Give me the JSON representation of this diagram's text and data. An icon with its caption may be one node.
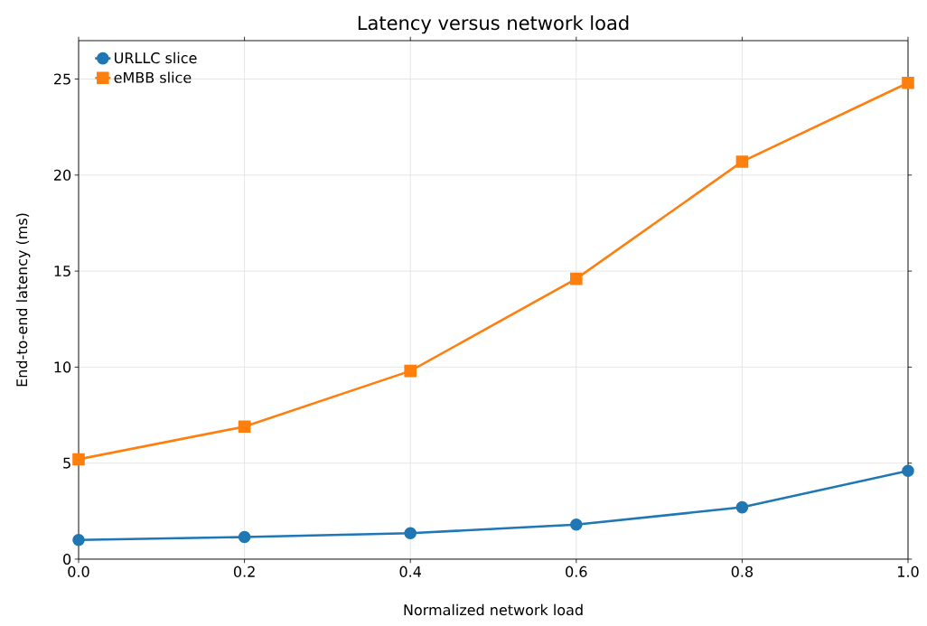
{
  "diagram": {
    "chart_data": {
      "type": "line",
      "title": "Latency versus network load",
      "xlabel": "Normalized network load",
      "ylabel": "End-to-end latency (ms)",
      "x": [
        0.0,
        0.2,
        0.4,
        0.6,
        0.8,
        1.0
      ],
      "series": [
        {
          "name": "URLLC slice",
          "color": "#1f77b4",
          "marker": "circle",
          "values": [
            1.0,
            1.15,
            1.35,
            1.8,
            2.7,
            4.6
          ]
        },
        {
          "name": "eMBB slice",
          "color": "#ff7f0e",
          "marker": "square",
          "values": [
            5.2,
            6.9,
            9.8,
            14.6,
            20.7,
            24.8
          ]
        }
      ],
      "grid": true,
      "legend": true,
      "xlim": [
        0.0,
        1.0
      ],
      "ylim": [
        0,
        27
      ],
      "xticks": [
        {
          "value": 0.0,
          "label": "0.0"
        },
        {
          "value": 0.2,
          "label": "0.2"
        },
        {
          "value": 0.4,
          "label": "0.4"
        },
        {
          "value": 0.6,
          "label": "0.6"
        },
        {
          "value": 0.8,
          "label": "0.8"
        },
        {
          "value": 1.0,
          "label": "1.0"
        }
      ],
      "yticks": [
        0,
        5,
        10,
        15,
        20,
        25
      ]
    }
  }
}
